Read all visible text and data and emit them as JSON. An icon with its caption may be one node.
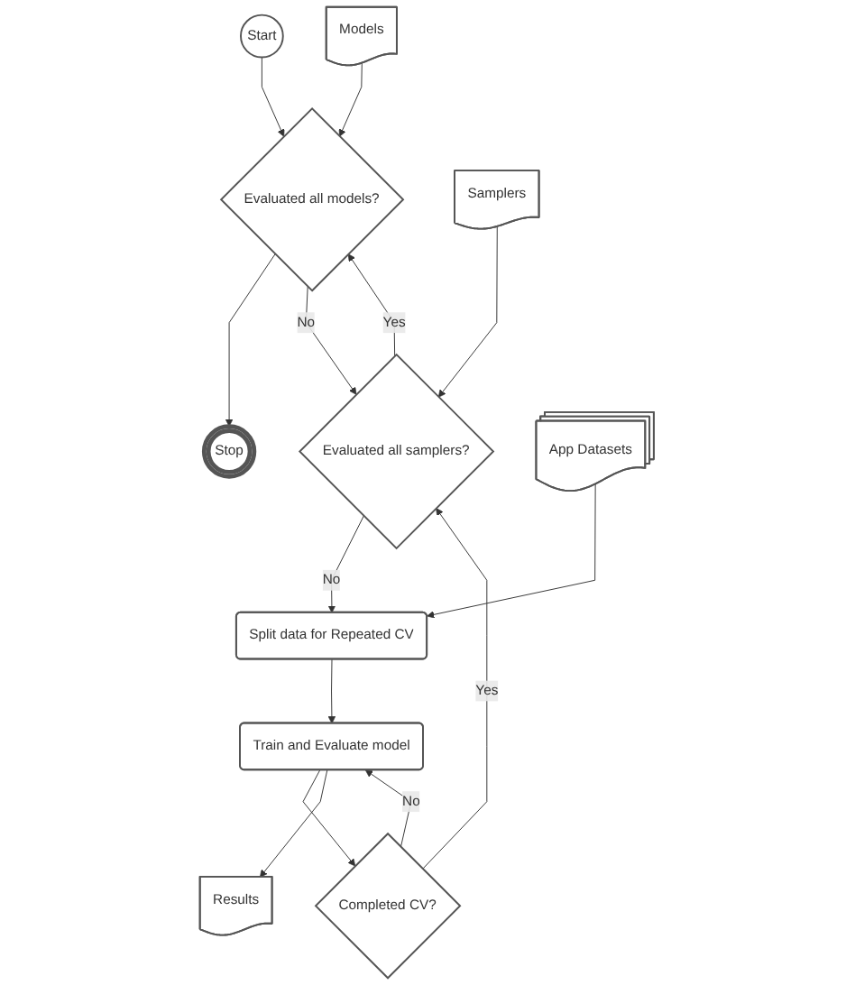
{
  "diagram": {
    "nodes": [
      {
        "text": [
          "Start"
        ]
      },
      {
        "text": [
          "Models"
        ]
      },
      {
        "text": [
          "Evaluated all models?"
        ]
      },
      {
        "text": [
          "Stop"
        ]
      },
      {
        "text": [
          "Samplers"
        ]
      },
      {
        "text": [
          "Evaluated all samplers?"
        ]
      },
      {
        "text": [
          "App Datasets"
        ]
      },
      {
        "text": [
          "Split data for Repeated CV"
        ]
      },
      {
        "text": [
          "Train and Evaluate model"
        ]
      },
      {
        "text": [
          "Completed CV?"
        ]
      },
      {
        "text": [
          "Results"
        ]
      }
    ],
    "edges": [
      {
        "from": 0,
        "to": 2,
        "arrow": "to"
      },
      {
        "from": 1,
        "to": 2,
        "arrow": "to"
      },
      {
        "from": 2,
        "to": 3,
        "arrow": "to"
      },
      {
        "from": 2,
        "to": 5,
        "label": "No",
        "arrow": "to"
      },
      {
        "from": 5,
        "to": 2,
        "label": "Yes",
        "arrow": "to"
      },
      {
        "from": 4,
        "to": 5,
        "arrow": "to"
      },
      {
        "from": 5,
        "to": 7,
        "label": "No",
        "arrow": "to"
      },
      {
        "from": 6,
        "to": 7,
        "arrow": "to"
      },
      {
        "from": 7,
        "to": 8,
        "arrow": "to"
      },
      {
        "from": 9,
        "to": 8,
        "label": "No",
        "arrow": "to"
      },
      {
        "from": 8,
        "to": 9,
        "arrow": "to"
      },
      {
        "from": 9,
        "to": 5,
        "label": "Yes",
        "arrow": "to"
      },
      {
        "from": 8,
        "to": 10,
        "arrow": "to"
      }
    ]
  }
}
